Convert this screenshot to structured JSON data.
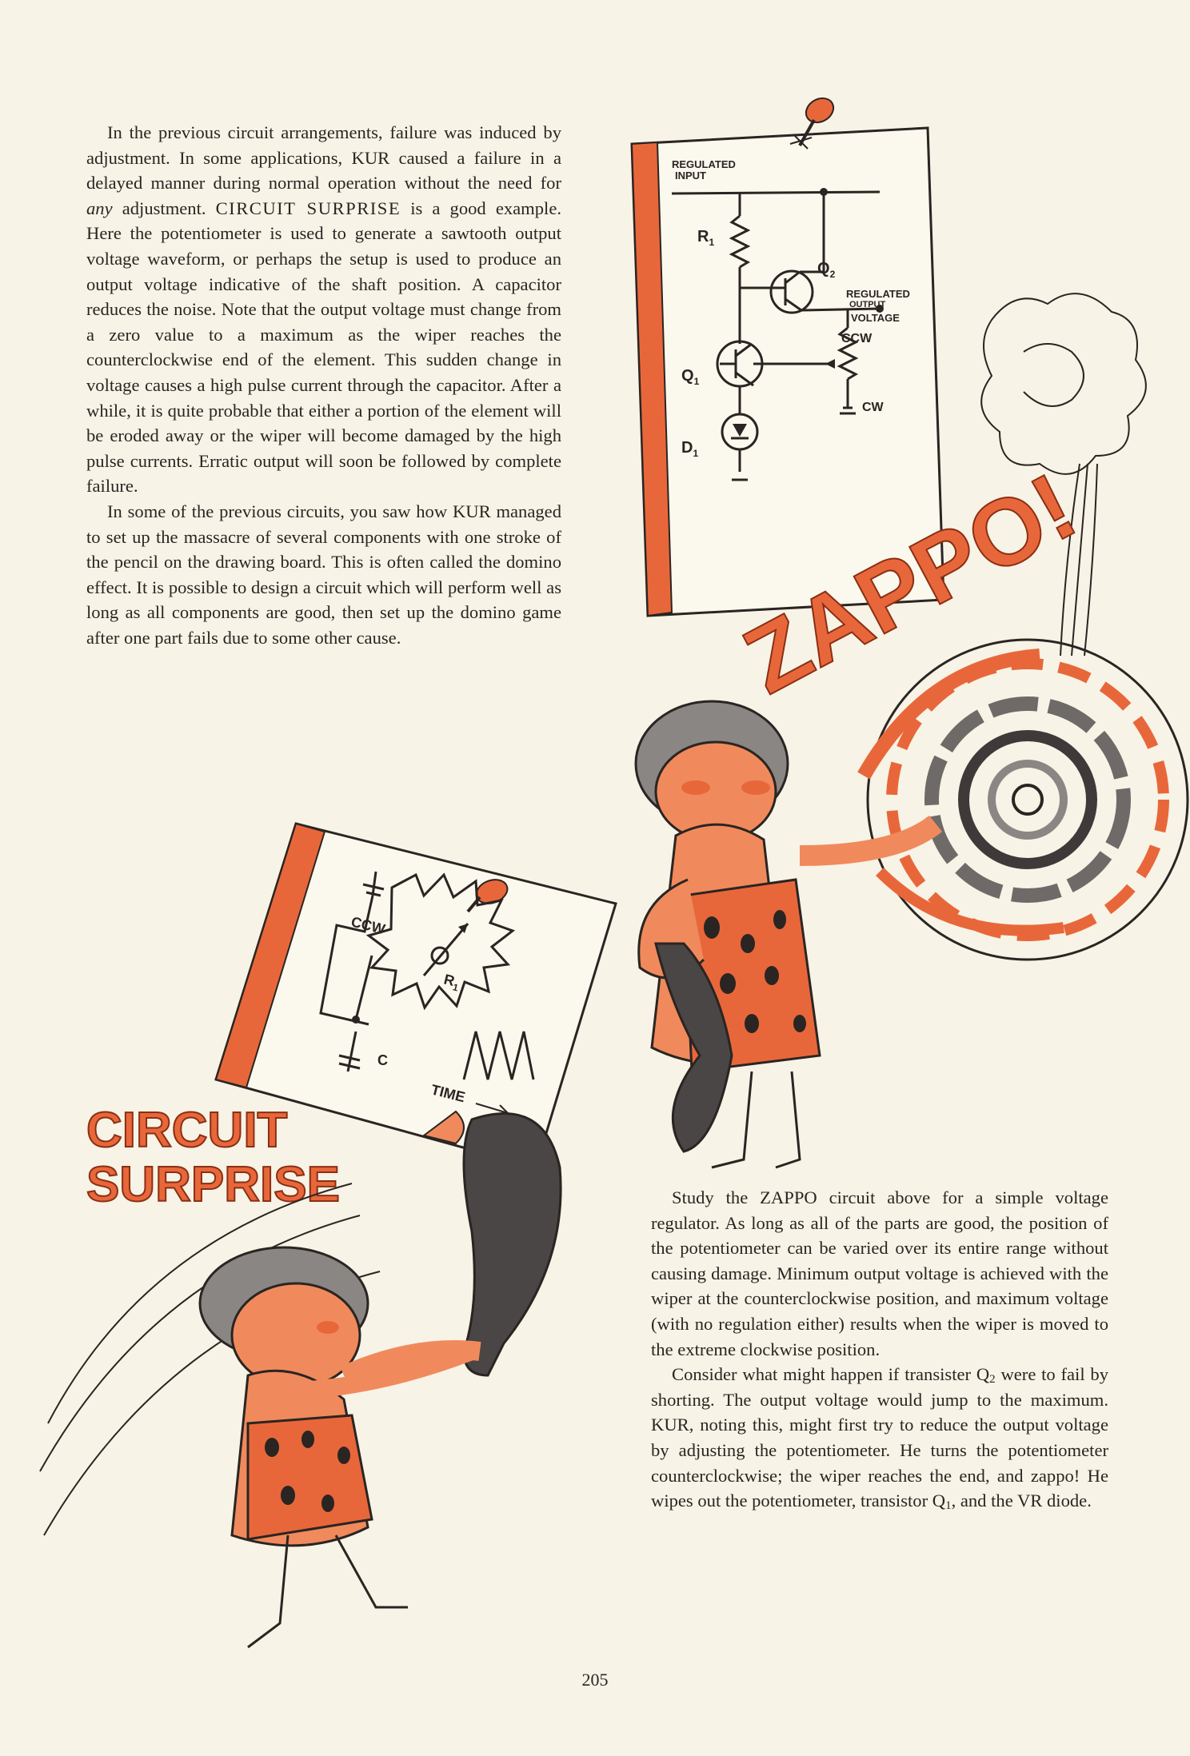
{
  "left_column": {
    "p1_a": "In the previous circuit arrangements, failure was induced by adjustment. In some applications, KUR caused a failure in a delayed manner during normal operation without the need for ",
    "p1_em": "any",
    "p1_b": " adjustment. ",
    "p1_caps": "CIRCUIT SURPRISE",
    "p1_c": " is a good example. Here the potentiometer is used to generate a sawtooth output voltage waveform, or perhaps the setup is used to produce an output voltage indicative of the shaft position. A capacitor reduces the noise. Note that the output voltage must change from a zero value to a maximum as the wiper reaches the counterclockwise end of the element. This sudden change in voltage causes a high pulse current through the capacitor. After a while, it is quite probable that either a portion of the element will be eroded away or the wiper will become damaged by the high pulse currents. Erratic output will soon be followed by complete failure.",
    "p2": "In some of the previous circuits, you saw how KUR managed to set up the massacre of several components with one stroke of the pencil on the drawing board. This is often called the domino effect. It is possible to design a circuit which will perform well as long as all components are good, then set up the domino game after one part fails due to some other cause."
  },
  "right_column": {
    "p1": "Study the ZAPPO circuit above for a simple voltage regulator. As long as all of the parts are good, the position of the potentiometer can be varied over its entire range without causing damage. Minimum output voltage is achieved with the wiper at the counterclockwise position, and maximum voltage (with no regulation either) results when the wiper is moved to the extreme clockwise position.",
    "p2_a": "Consider what might happen if transister Q",
    "p2_sub1": "2",
    "p2_b": " were to fail by shorting. The output voltage would jump to the maximum. KUR, noting this, might first try to reduce the output voltage by adjusting the potentiometer. He turns the potentiometer counterclockwise; the wiper reaches the end, and zappo! He wipes out the potentiometer, transistor Q",
    "p2_sub2": "1",
    "p2_c": ", and the VR diode."
  },
  "zappo_illustration": {
    "title": "ZAPPO!",
    "labels": {
      "regulated_input_1": "REGULATED",
      "regulated_input_2": "INPUT",
      "r1": "R",
      "r1_sub": "1",
      "q2": "Q",
      "q2_sub": "2",
      "regulated_output_1": "REGULATED",
      "regulated_output_2": "OUTPUT",
      "regulated_output_3": "VOLTAGE",
      "ccw": "CCW",
      "cw": "CW",
      "q1": "Q",
      "q1_sub": "1",
      "d1": "D",
      "d1_sub": "1"
    }
  },
  "circuit_surprise_illustration": {
    "title_line1": "CIRCUIT",
    "title_line2": "SURPRISE",
    "labels": {
      "ccw": "CCW",
      "r1": "R",
      "r1_sub": "1",
      "c": "C",
      "time": "TIME"
    }
  },
  "page_number": "205",
  "colors": {
    "accent_orange": "#e8673a",
    "paper": "#f7f3e6",
    "ink": "#2a2522",
    "club_gray": "#4a4645"
  }
}
